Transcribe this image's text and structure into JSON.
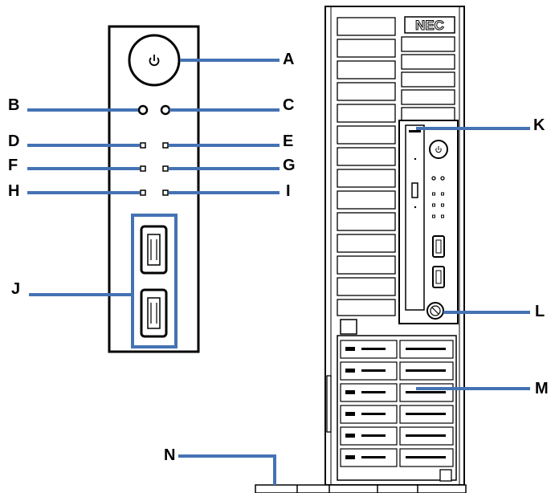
{
  "labels": {
    "A": "A",
    "B": "B",
    "C": "C",
    "D": "D",
    "E": "E",
    "F": "F",
    "G": "G",
    "H": "H",
    "I": "I",
    "J": "J",
    "K": "K",
    "L": "L",
    "M": "M",
    "N": "N"
  },
  "brand": "NEC",
  "colors": {
    "leader_line": "#4472b4",
    "outline": "#000000",
    "background": "#ffffff"
  }
}
